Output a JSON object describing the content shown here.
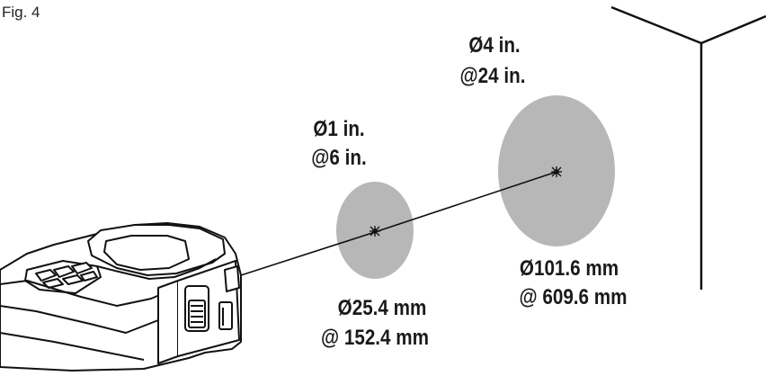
{
  "figure": {
    "label": "Fig. 4"
  },
  "spots": [
    {
      "imperial_diameter": "Ø1 in.",
      "imperial_distance": "@6 in.",
      "metric_diameter": "Ø25.4 mm",
      "metric_distance": "@ 152.4 mm"
    },
    {
      "imperial_diameter": "Ø4 in.",
      "imperial_distance": "@24 in.",
      "metric_diameter": "Ø101.6 mm",
      "metric_distance": "@ 609.6 mm"
    }
  ],
  "colors": {
    "spot_fill": "#b7b7b7",
    "line": "#111111",
    "text": "#1a1a1a"
  }
}
